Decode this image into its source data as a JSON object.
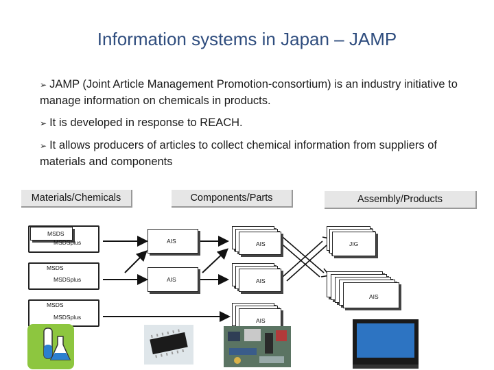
{
  "title": "Information systems in Japan – JAMP",
  "bullets": [
    "JAMP (Joint Article Management Promotion-consortium) is an industry initiative to manage information on chemicals in products.",
    "It is developed in response to REACH.",
    "It allows producers of articles to collect chemical information from suppliers of materials and components"
  ],
  "headers": {
    "materials": "Materials/Chemicals",
    "components": "Components/Parts",
    "assembly": "Assembly/Products"
  },
  "docs": {
    "msds": "MSDS",
    "msdsplus": "MSDSplus",
    "ais": "AIS",
    "jig": "JIG"
  },
  "icons": [
    "flask-icon",
    "chip-icon",
    "circuit-board-icon",
    "monitor-icon"
  ],
  "colors": {
    "title": "#2f4d7e",
    "header_bg": "#e6e6e6",
    "flask_bg": "#8dc63f"
  }
}
